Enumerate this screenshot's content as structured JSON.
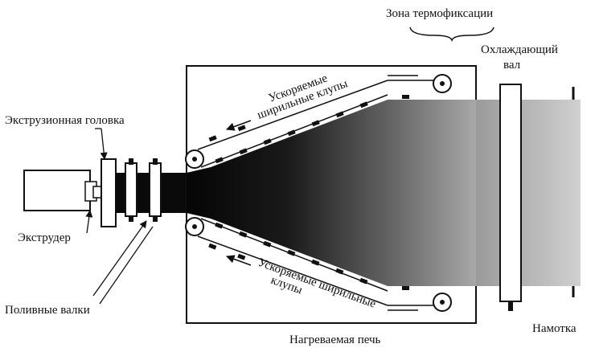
{
  "labels": {
    "zone": "Зона термофиксации",
    "cooling_line1": "Охлаждающий",
    "cooling_line2": "вал",
    "extrusion_head": "Экструзионная головка",
    "extruder": "Экструдер",
    "casting_rolls": "Поливные валки",
    "oven": "Нагреваемая печь",
    "winding": "Намотка",
    "upper_clips_line1": "Ускоряемые",
    "upper_clips_line2": "ширильные клупы",
    "lower_clips_line1": "Ускоряемые ширильные",
    "lower_clips_line2": "клупы"
  },
  "colors": {
    "line": "#111111",
    "film_dark": "#050505",
    "film_light": "#bdbdbd"
  }
}
